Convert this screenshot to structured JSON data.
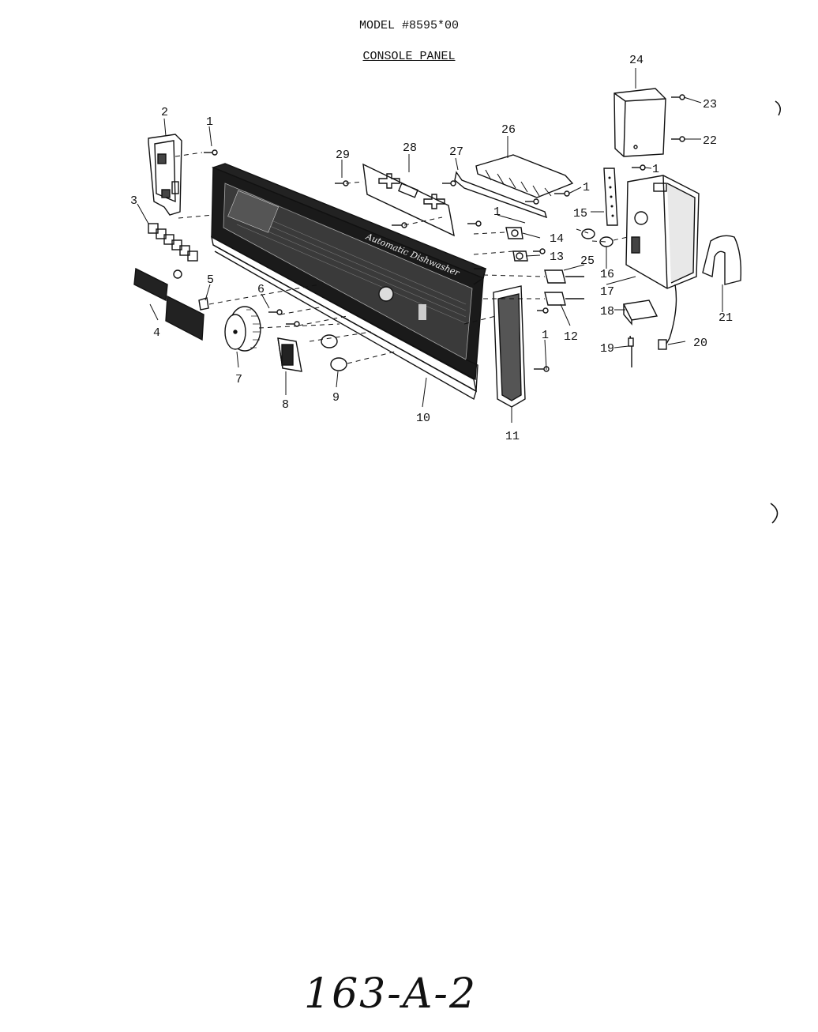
{
  "header": {
    "model": "MODEL #8595*00",
    "section": "CONSOLE PANEL"
  },
  "panel_script": "Automatic Dishwasher",
  "callouts": [
    "1",
    "2",
    "3",
    "4",
    "5",
    "6",
    "7",
    "8",
    "9",
    "10",
    "11",
    "12",
    "13",
    "14",
    "15",
    "16",
    "17",
    "18",
    "19",
    "20",
    "21",
    "22",
    "23",
    "24",
    "25",
    "26",
    "27",
    "28",
    "29"
  ],
  "page_mark": "163-A-2"
}
